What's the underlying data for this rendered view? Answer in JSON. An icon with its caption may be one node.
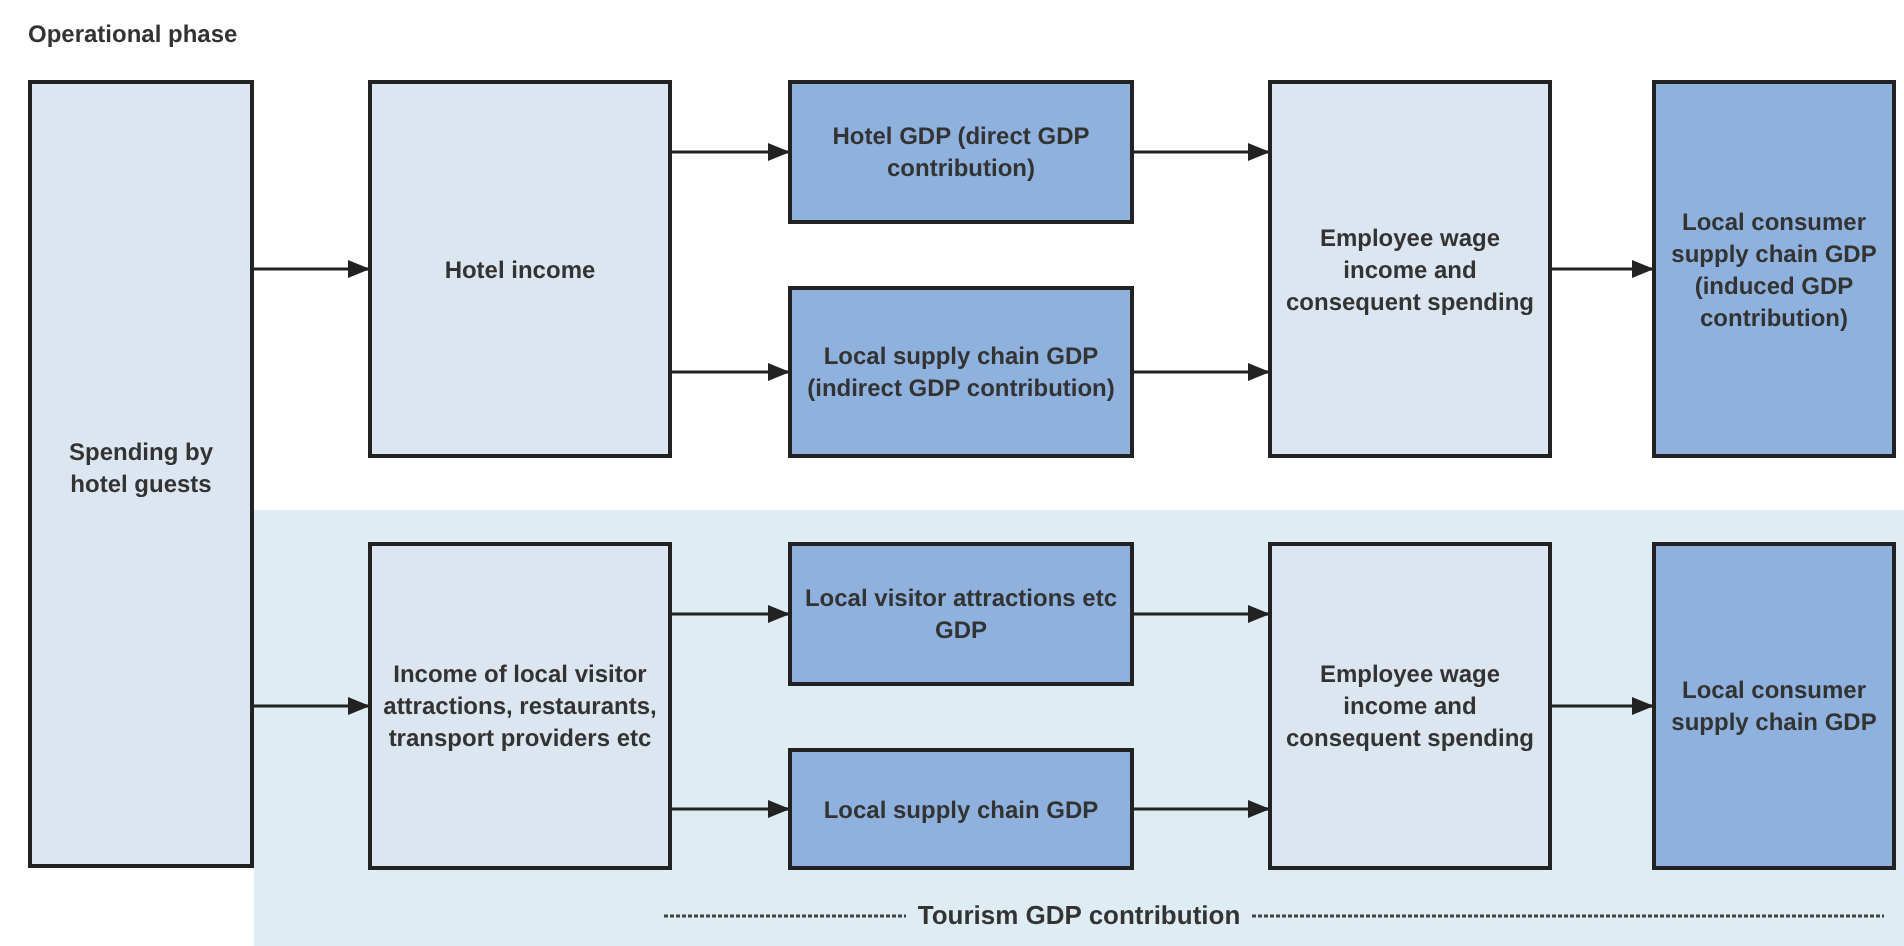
{
  "diagram": {
    "title": "Operational phase",
    "nodes": [
      {
        "text": [
          "Spending by hotel guests"
        ]
      },
      {
        "text": [
          "Hotel income"
        ]
      },
      {
        "text": [
          "Hotel GDP (direct GDP contribution)"
        ]
      },
      {
        "text": [
          "Local supply chain GDP (indirect GDP contribution)"
        ]
      },
      {
        "text": [
          "Employee wage income and consequent spending"
        ]
      },
      {
        "text": [
          "Local consumer supply chain GDP (induced GDP contribution)"
        ]
      },
      {
        "text": [
          "Tourism GDP contribution"
        ]
      },
      {
        "text": [
          "Income of local visitor attractions, restaurants, transport providers etc"
        ],
        "in": 6
      },
      {
        "text": [
          "Local visitor attractions etc GDP"
        ],
        "in": 6
      },
      {
        "text": [
          "Local supply chain GDP"
        ],
        "in": 6
      },
      {
        "text": [
          "Employee wage income and consequent spending"
        ],
        "in": 6
      },
      {
        "text": [
          "Local consumer supply chain GDP"
        ],
        "in": 6
      }
    ],
    "edges": [
      {
        "from": 0,
        "to": 1,
        "arrow": "to"
      },
      {
        "from": 0,
        "to": 7,
        "arrow": "to"
      },
      {
        "from": 1,
        "to": 2,
        "arrow": "to"
      },
      {
        "from": 1,
        "to": 3,
        "arrow": "to"
      },
      {
        "from": 2,
        "to": 4,
        "arrow": "to"
      },
      {
        "from": 3,
        "to": 4,
        "arrow": "to"
      },
      {
        "from": 4,
        "to": 5,
        "arrow": "to"
      },
      {
        "from": 7,
        "to": 8,
        "arrow": "to"
      },
      {
        "from": 7,
        "to": 9,
        "arrow": "to"
      },
      {
        "from": 8,
        "to": 10,
        "arrow": "to"
      },
      {
        "from": 9,
        "to": 10,
        "arrow": "to"
      },
      {
        "from": 10,
        "to": 11,
        "arrow": "to"
      }
    ]
  }
}
